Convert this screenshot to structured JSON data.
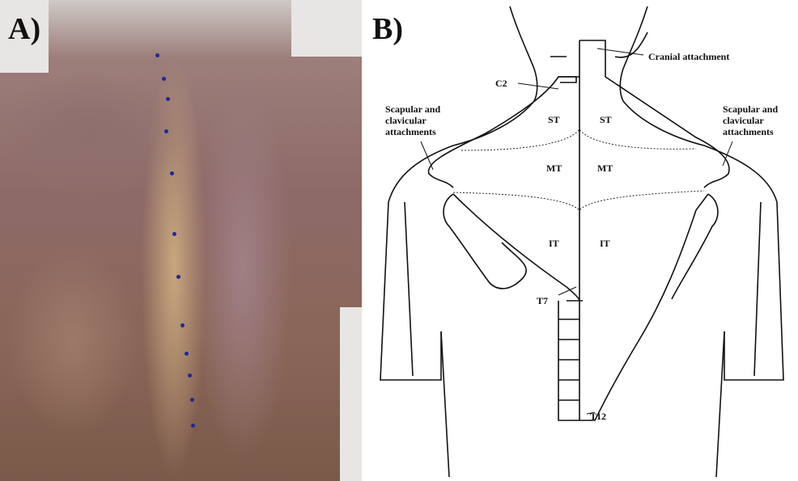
{
  "panels": {
    "a": {
      "label": "A)"
    },
    "b": {
      "label": "B)",
      "annotations": {
        "cranial": "Cranial attachment",
        "c2": "C2",
        "scapular_left": [
          "Scapular and",
          "clavicular",
          "attachments"
        ],
        "scapular_right": [
          "Scapular and",
          "clavicular",
          "attachments"
        ],
        "st_left": "ST",
        "st_right": "ST",
        "mt_left": "MT",
        "mt_right": "MT",
        "it_left": "IT",
        "it_right": "IT",
        "t7": "T7",
        "t12": "T12"
      }
    }
  }
}
